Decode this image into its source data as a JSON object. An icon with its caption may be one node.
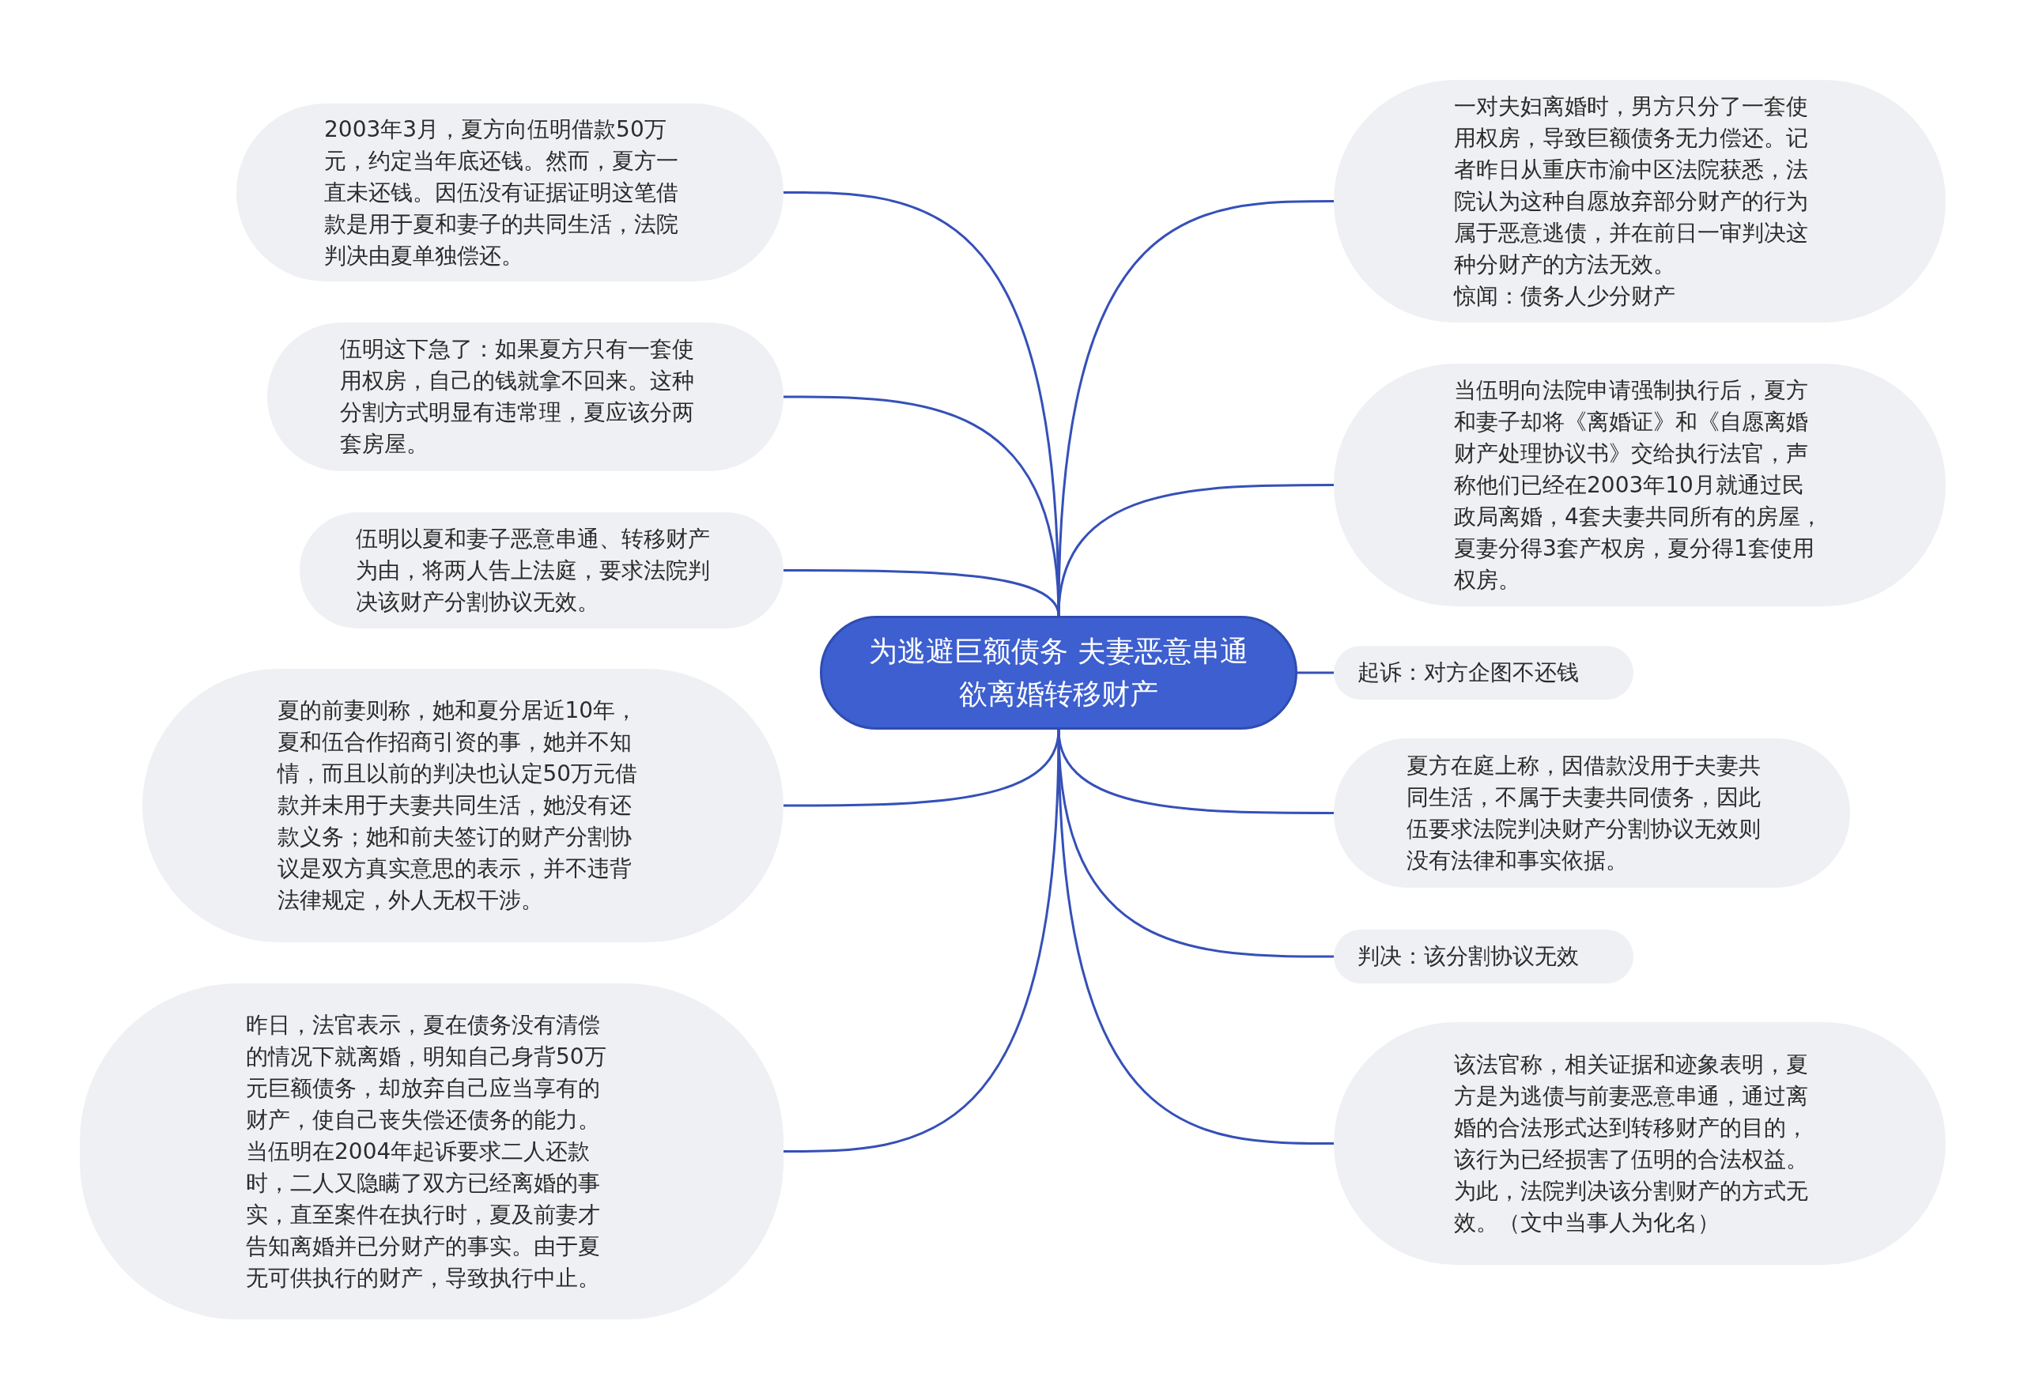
{
  "diagram": {
    "nodes": [
      {
        "text": [
          "为逃避巨额债务 夫妻恶意串通欲离婚转移财产"
        ]
      },
      {
        "text": [
          "2003年3月，夏方向伍明借款50万元，约定当年底还钱。然而，夏方一直未还钱。因伍没有证据证明这笔借款是用于夏和妻子的共同生活，法院判决由夏单独偿还。"
        ]
      },
      {
        "text": [
          "伍明这下急了：如果夏方只有一套使用权房，自己的钱就拿不回来。这种分割方式明显有违常理，夏应该分两套房屋。"
        ]
      },
      {
        "text": [
          "伍明以夏和妻子恶意串通、转移财产为由，将两人告上法庭，要求法院判决该财产分割协议无效。"
        ]
      },
      {
        "text": [
          "夏的前妻则称，她和夏分居近10年，夏和伍合作招商引资的事，她并不知情，而且以前的判决也认定50万元借款并未用于夫妻共同生活，她没有还款义务；她和前夫签订的财产分割协议是双方真实意思的表示，并不违背法律规定，外人无权干涉。"
        ]
      },
      {
        "text": [
          "昨日，法官表示，夏在债务没有清偿的情况下就离婚，明知自己身背50万元巨额债务，却放弃自己应当享有的财产，使自己丧失偿还债务的能力。当伍明在2004年起诉要求二人还款时，二人又隐瞒了双方已经离婚的事实，直至案件在执行时，夏及前妻才告知离婚并已分财产的事实。由于夏无可供执行的财产，导致执行中止。"
        ]
      },
      {
        "text": [
          "一对夫妇离婚时，男方只分了一套使用权房，导致巨额债务无力偿还。记者昨日从重庆市渝中区法院获悉，法院认为这种自愿放弃部分财产的行为属于恶意逃债，并在前日一审判决这种分财产的方法无效。",
          "惊闻：债务人少分财产"
        ]
      },
      {
        "text": [
          "当伍明向法院申请强制执行后，夏方和妻子却将《离婚证》和《自愿离婚财产处理协议书》交给执行法官，声称他们已经在2003年10月就通过民政局离婚，4套夫妻共同所有的房屋，夏妻分得3套产权房，夏分得1套使用权房。"
        ]
      },
      {
        "text": [
          "起诉：对方企图不还钱"
        ]
      },
      {
        "text": [
          "夏方在庭上称，因借款没用于夫妻共同生活，不属于夫妻共同债务，因此伍要求法院判决财产分割协议无效则没有法律和事实依据。"
        ]
      },
      {
        "text": [
          "判决：该分割协议无效"
        ]
      },
      {
        "text": [
          "该法官称，相关证据和迹象表明，夏方是为逃债与前妻恶意串通，通过离婚的合法形式达到转移财产的目的，该行为已经损害了伍明的合法权益。为此，法院判决该分割财产的方式无效。（文中当事人为化名）"
        ]
      }
    ],
    "edges": [
      {
        "from": 0,
        "to": 1,
        "arrow": "none"
      },
      {
        "from": 0,
        "to": 2,
        "arrow": "none"
      },
      {
        "from": 0,
        "to": 3,
        "arrow": "none"
      },
      {
        "from": 0,
        "to": 4,
        "arrow": "none"
      },
      {
        "from": 0,
        "to": 5,
        "arrow": "none"
      },
      {
        "from": 0,
        "to": 6,
        "arrow": "none"
      },
      {
        "from": 0,
        "to": 7,
        "arrow": "none"
      },
      {
        "from": 0,
        "to": 8,
        "arrow": "none"
      },
      {
        "from": 0,
        "to": 9,
        "arrow": "none"
      },
      {
        "from": 0,
        "to": 10,
        "arrow": "none"
      },
      {
        "from": 0,
        "to": 11,
        "arrow": "none"
      }
    ]
  }
}
